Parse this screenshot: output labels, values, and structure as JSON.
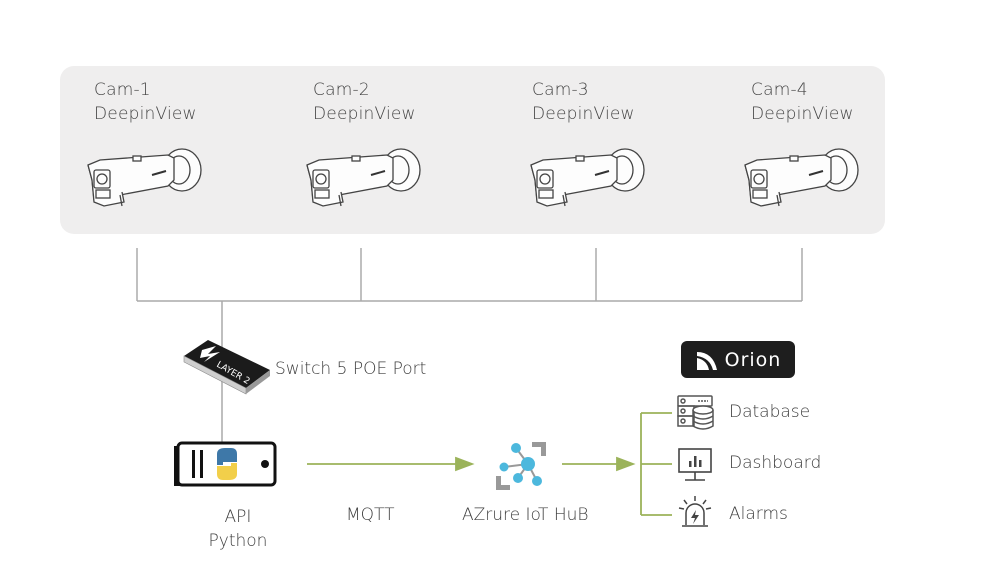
{
  "cameras": [
    {
      "name": "Cam-1",
      "model": "DeepinView",
      "icon": "bullet-camera-icon"
    },
    {
      "name": "Cam-2",
      "model": "DeepinView",
      "icon": "bullet-camera-icon"
    },
    {
      "name": "Cam-3",
      "model": "DeepinView",
      "icon": "bullet-camera-icon"
    },
    {
      "name": "Cam-4",
      "model": "DeepinView",
      "icon": "bullet-camera-icon"
    }
  ],
  "switch": {
    "label": "Switch 5 POE Port",
    "badge_text": "LAYER 2",
    "icon": "network-switch-icon"
  },
  "api": {
    "line1": "API",
    "line2": "Python",
    "icon": "python-server-icon"
  },
  "protocol": {
    "label": "MQTT"
  },
  "hub": {
    "label": "AZrure IoT HuB",
    "icon": "iot-hub-icon"
  },
  "platform": {
    "brand": "Orion",
    "items": [
      {
        "label": "Database",
        "icon": "database-server-icon"
      },
      {
        "label": "Dashboard",
        "icon": "monitor-chart-icon"
      },
      {
        "label": "Alarms",
        "icon": "alarm-siren-icon"
      }
    ]
  },
  "colors": {
    "panel": "#efeeee",
    "wire_gray": "#aaaaaa",
    "flow_green": "#9bb35a",
    "hub_blue": "#4cb8dd",
    "python_blue": "#3e78a8",
    "python_yellow": "#f2cf4a"
  }
}
